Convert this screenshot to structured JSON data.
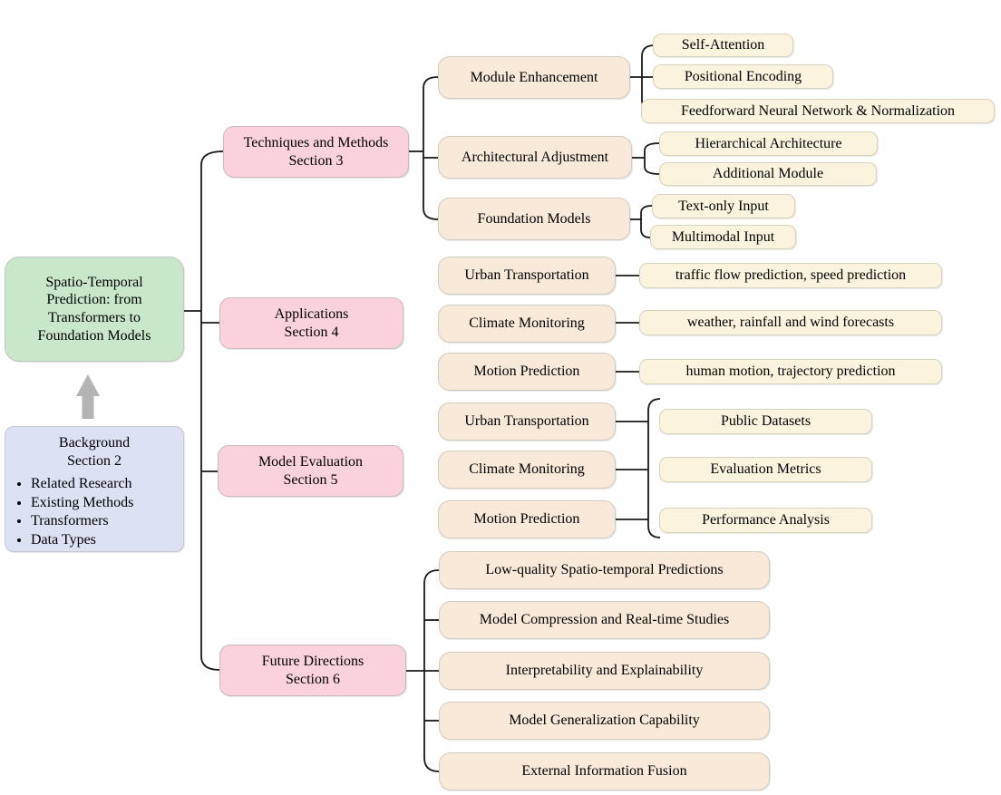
{
  "figure": {
    "root": {
      "label": "Spatio-Temporal Prediction: from Transformers to Foundation Models"
    },
    "background": {
      "title": "Background",
      "section": "Section 2",
      "bullets": [
        "Related Research",
        "Existing Methods",
        "Transformers",
        "Data Types"
      ]
    },
    "sections": {
      "techniques": {
        "title": "Techniques and Methods",
        "section": "Section 3"
      },
      "applications": {
        "title": "Applications",
        "section": "Section 4"
      },
      "evaluation": {
        "title": "Model Evaluation",
        "section": "Section 5"
      },
      "future": {
        "title": "Future Directions",
        "section": "Section 6"
      }
    },
    "techniques": {
      "module_enhancement": {
        "label": "Module Enhancement",
        "children": [
          "Self-Attention",
          "Positional Encoding",
          "Feedforward Neural Network & Normalization"
        ]
      },
      "architectural_adjustment": {
        "label": "Architectural Adjustment",
        "children": [
          "Hierarchical Architecture",
          "Additional Module"
        ]
      },
      "foundation_models": {
        "label": "Foundation Models",
        "children": [
          "Text-only Input",
          "Multimodal Input"
        ]
      }
    },
    "applications": {
      "items": [
        {
          "label": "Urban Transportation",
          "detail": "traffic flow prediction, speed prediction"
        },
        {
          "label": "Climate Monitoring",
          "detail": "weather, rainfall and wind forecasts"
        },
        {
          "label": "Motion Prediction",
          "detail": "human motion, trajectory prediction"
        }
      ]
    },
    "evaluation": {
      "domains": [
        "Urban Transportation",
        "Climate Monitoring",
        "Motion Prediction"
      ],
      "aspects": [
        "Public Datasets",
        "Evaluation Metrics",
        "Performance Analysis"
      ]
    },
    "future": {
      "items": [
        "Low-quality Spatio-temporal Predictions",
        "Model Compression and Real-time Studies",
        "Interpretability and Explainability",
        "Model Generalization Capability",
        "External Information Fusion"
      ]
    },
    "colors": {
      "root_green": "#c9e7ca",
      "background_lavender": "#dce1f4",
      "section_pink": "#f9d2dc",
      "branch_tan": "#f8e9d8",
      "leaf_cream": "#faf3de",
      "arrow_gray": "#b4b4b4",
      "connector_black": "#1a1a1a"
    }
  }
}
